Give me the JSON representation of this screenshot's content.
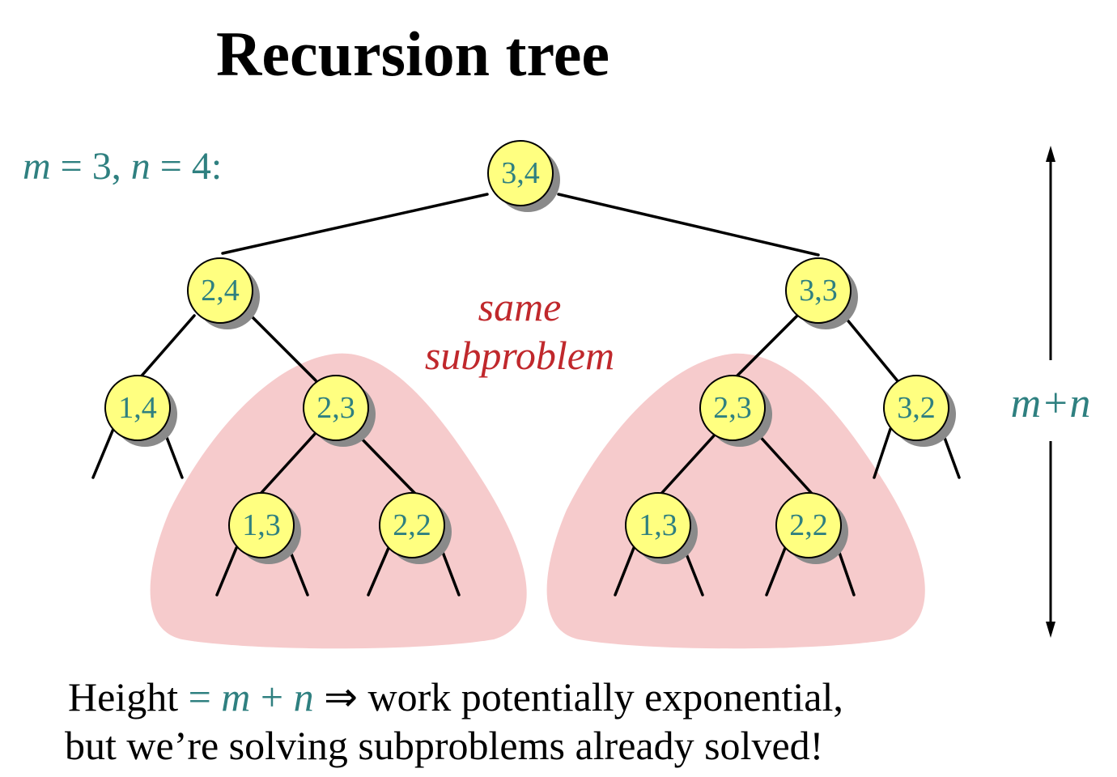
{
  "title": "Recursion tree",
  "params": {
    "m_var": "m",
    "m_eq": " = 3, ",
    "n_var": "n",
    "n_eq": " = 4:"
  },
  "callout": {
    "line1": "same",
    "line2": "subproblem"
  },
  "height_label": "m+n",
  "footer": {
    "line1_a": "Height ",
    "line1_eq": "= ",
    "line1_m": "m",
    "line1_plus": " + ",
    "line1_n": "n",
    "line1_b": " ⇒ work potentially exponential,",
    "line2": "but we’re solving subproblems already solved!"
  },
  "nodes": [
    {
      "id": "root",
      "label": "3,4"
    },
    {
      "id": "l",
      "label": "2,4"
    },
    {
      "id": "r",
      "label": "3,3"
    },
    {
      "id": "ll",
      "label": "1,4"
    },
    {
      "id": "lr",
      "label": "2,3"
    },
    {
      "id": "rl",
      "label": "2,3"
    },
    {
      "id": "rr",
      "label": "3,2"
    },
    {
      "id": "lrl",
      "label": "1,3"
    },
    {
      "id": "lrr",
      "label": "2,2"
    },
    {
      "id": "rll",
      "label": "1,3"
    },
    {
      "id": "rlr",
      "label": "2,2"
    }
  ],
  "colors": {
    "node_fill": "#ffff80",
    "node_shadow": "#8a8a8a",
    "label_teal": "#2f8080",
    "callout_red": "#c0282c",
    "highlight_pink": "#f6cbcc"
  }
}
